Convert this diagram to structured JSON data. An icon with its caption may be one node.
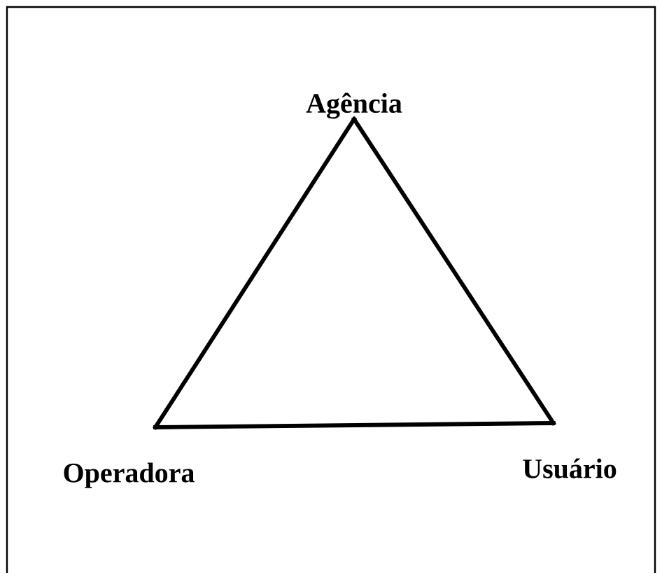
{
  "diagram": {
    "nodes": [
      {
        "text": [
          "Agência"
        ]
      },
      {
        "text": [
          "Operadora"
        ]
      },
      {
        "text": [
          "Usuário"
        ]
      }
    ],
    "edges": [
      {
        "from": 0,
        "to": 1,
        "arrow": "none"
      },
      {
        "from": 1,
        "to": 2,
        "arrow": "none"
      },
      {
        "from": 2,
        "to": 0,
        "arrow": "none"
      }
    ]
  }
}
